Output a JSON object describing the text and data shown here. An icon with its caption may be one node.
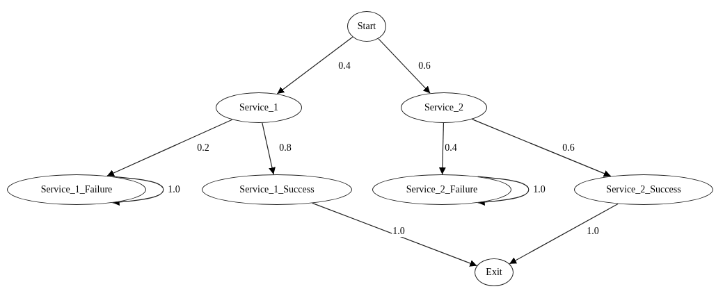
{
  "diagram": {
    "nodes": [
      {
        "text": [
          "Start"
        ]
      },
      {
        "text": [
          "Service_1"
        ]
      },
      {
        "text": [
          "Service_2"
        ]
      },
      {
        "text": [
          "Service_1_Failure"
        ]
      },
      {
        "text": [
          "Service_1_Success"
        ]
      },
      {
        "text": [
          "Service_2_Failure"
        ]
      },
      {
        "text": [
          "Service_2_Success"
        ]
      },
      {
        "text": [
          "Exit"
        ]
      }
    ],
    "edges": [
      {
        "from": 0,
        "to": 1,
        "arrow": "to",
        "label": "0.4"
      },
      {
        "from": 0,
        "to": 2,
        "arrow": "to",
        "label": "0.6"
      },
      {
        "from": 1,
        "to": 3,
        "arrow": "to",
        "label": "0.2"
      },
      {
        "from": 1,
        "to": 4,
        "arrow": "to",
        "label": "0.8"
      },
      {
        "from": 2,
        "to": 5,
        "arrow": "to",
        "label": "0.4"
      },
      {
        "from": 2,
        "to": 6,
        "arrow": "to",
        "label": "0.6"
      },
      {
        "from": 3,
        "to": 3,
        "arrow": "to",
        "label": "1.0"
      },
      {
        "from": 4,
        "to": 7,
        "arrow": "to",
        "label": "1.0"
      },
      {
        "from": 5,
        "to": 5,
        "arrow": "to",
        "label": "1.0"
      },
      {
        "from": 6,
        "to": 7,
        "arrow": "to",
        "label": "1.0"
      }
    ]
  }
}
